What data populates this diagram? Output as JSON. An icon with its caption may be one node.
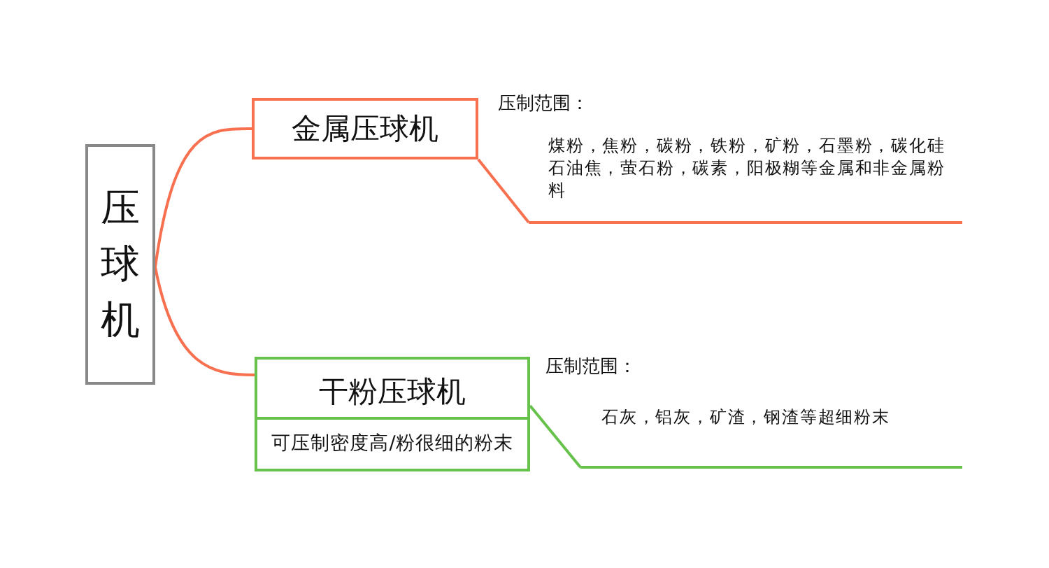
{
  "diagram": {
    "nodes": [
      {
        "text": [
          "压球机"
        ]
      },
      {
        "text": [
          "金属压球机"
        ]
      },
      {
        "text": [
          "压制范围：",
          "煤粉，焦粉，碳粉，铁粉，矿粉，石墨粉，碳化硅石油焦，萤石粉，碳素，阳极糊等金属和非金属粉料"
        ]
      },
      {
        "text": [
          "干粉压球机",
          "可压制密度高/粉很细的粉末"
        ]
      },
      {
        "text": [
          "压制范围：",
          "石灰，铝灰，矿渣，钢渣等超细粉末"
        ]
      }
    ],
    "edges": [
      {
        "from": 0,
        "to": 1,
        "arrow": "none"
      },
      {
        "from": 0,
        "to": 3,
        "arrow": "none"
      },
      {
        "from": 1,
        "to": 2,
        "arrow": "none"
      },
      {
        "from": 3,
        "to": 4,
        "arrow": "none",
        "color": "#66c24a"
      }
    ]
  }
}
